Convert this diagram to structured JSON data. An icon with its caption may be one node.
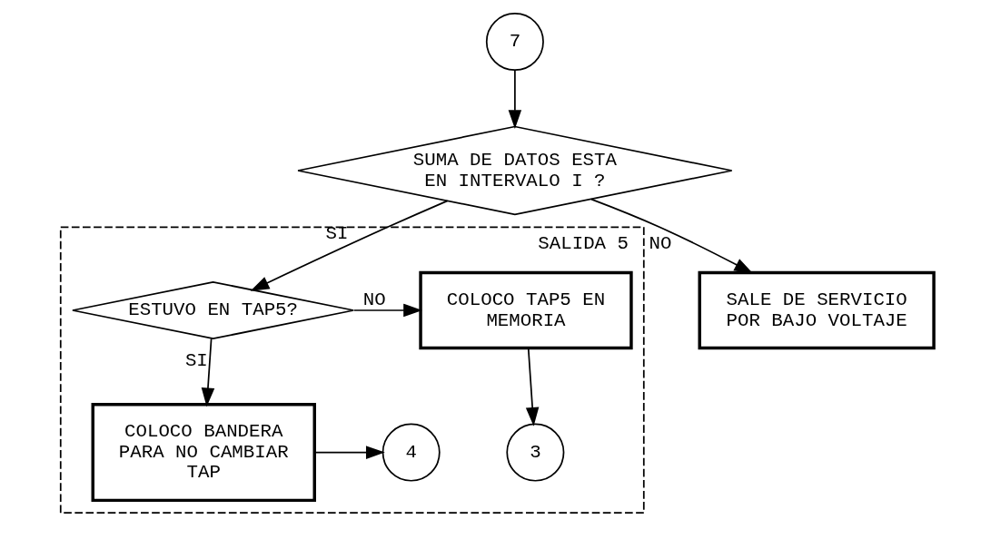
{
  "diagram": {
    "nodes": [
      {
        "text": [
          "7"
        ]
      },
      {
        "text": [
          "SUMA DE DATOS ESTA EN INTERVALO I ?"
        ]
      },
      {
        "text": [
          "SALIDA 5"
        ]
      },
      {
        "text": [
          "ESTUVO EN TAP5?"
        ],
        "in": 2
      },
      {
        "text": [
          "COLOCO TAP5 EN MEMORIA"
        ],
        "in": 2
      },
      {
        "text": [
          "3"
        ],
        "in": 2
      },
      {
        "text": [
          "COLOCO BANDERA PARA NO CAMBIAR TAP"
        ],
        "in": 2
      },
      {
        "text": [
          "4"
        ],
        "in": 2
      },
      {
        "text": [
          "SALE DE SERVICIO POR BAJO VOLTAJE"
        ]
      }
    ],
    "edges": [
      {
        "from": 0,
        "to": 1,
        "arrow": "to"
      },
      {
        "from": 1,
        "to": 3,
        "arrow": "to",
        "label": "SI"
      },
      {
        "from": 3,
        "to": 4,
        "arrow": "to",
        "label": "NO"
      },
      {
        "from": 4,
        "to": 5,
        "arrow": "to"
      },
      {
        "from": 3,
        "to": 6,
        "arrow": "to",
        "label": "SI"
      },
      {
        "from": 6,
        "to": 7,
        "arrow": "to"
      },
      {
        "from": 1,
        "to": 8,
        "arrow": "to",
        "label": "NO"
      }
    ]
  }
}
